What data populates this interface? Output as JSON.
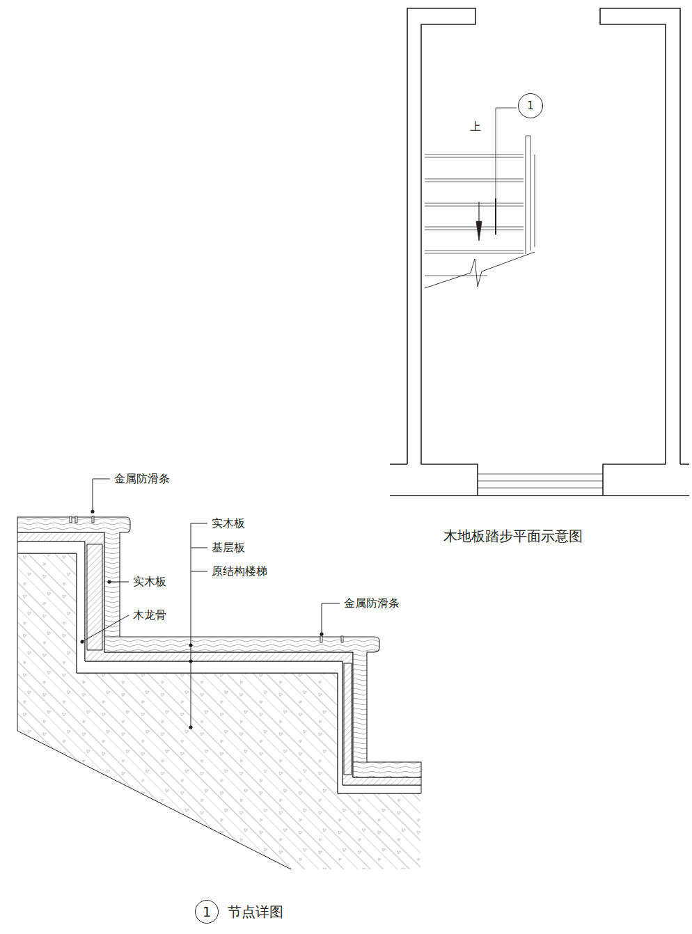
{
  "diagram": {
    "nodes": [
      {
        "text": [
          "1"
        ]
      },
      {
        "text": [
          "1",
          "节点详图"
        ]
      }
    ],
    "labels": [
      "金属防滑条",
      "实木板",
      "基层板",
      "原结构楼梯",
      "实木板",
      "木龙骨",
      "金属防滑条",
      "上",
      "木地板踏步平面示意图"
    ]
  }
}
